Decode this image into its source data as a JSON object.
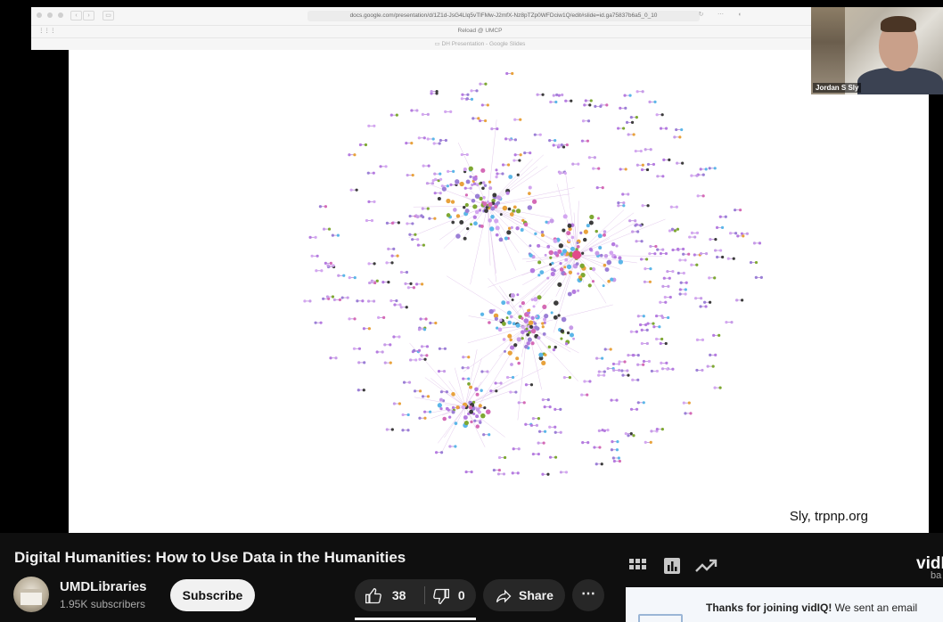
{
  "browser": {
    "url": "docs.google.com/presentation/d/1Z1d-JsG4Llq5vTlFMw-J2mfX-Nz8pTZp0WFDciw1Q/edit#slide=id.ga75837b6a5_0_10",
    "tab_label": "Reload @ UMCP",
    "page_label": "DH Presentation - Google Slides"
  },
  "slide": {
    "credit": "Sly, trpnp.org"
  },
  "webcam": {
    "name": "Jordan S Sly"
  },
  "video": {
    "title": "Digital Humanities: How to Use Data in the Humanities"
  },
  "channel": {
    "name": "UMDLibraries",
    "subscribers": "1.95K subscribers",
    "subscribe_label": "Subscribe"
  },
  "actions": {
    "like_count": "38",
    "dislike_count": "0",
    "share_label": "Share",
    "more_label": "⋯"
  },
  "vidiq": {
    "brand": "vidI",
    "sub": "ba",
    "banner_bold": "Thanks for joining vidIQ!",
    "banner_text": " We sent an email"
  },
  "icons": {
    "like": "thumbs-up-icon",
    "dislike": "thumbs-down-icon",
    "share": "share-arrow-icon",
    "grid": "grid-icon",
    "stats": "bar-chart-icon",
    "trend": "trend-arrow-icon"
  }
}
